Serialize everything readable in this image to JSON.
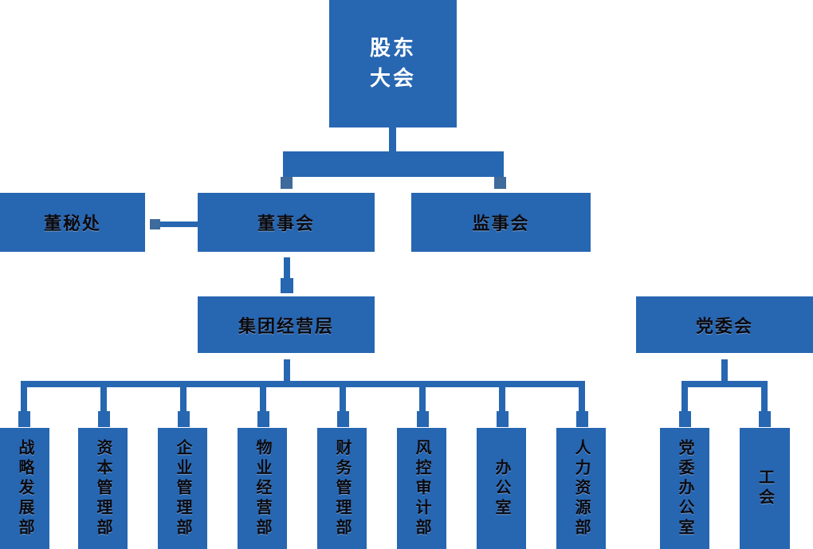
{
  "colors": {
    "primary_blue": "#2766b1",
    "connector_square_dark": "#3e6b9b",
    "node_text": "#0a0a10",
    "root_text": "#ffffff",
    "background": "#ffffff"
  },
  "org_chart": {
    "root": {
      "label_line1": "股东",
      "label_line2": "大会"
    },
    "level2": {
      "board_secretary_office": "董秘处",
      "board_of_directors": "董事会",
      "supervisory_board": "监事会"
    },
    "level3": {
      "group_management": "集团经营层",
      "party_committee": "党委会"
    },
    "departments": [
      "战略发展部",
      "资本管理部",
      "企业管理部",
      "物业经营部",
      "财务管理部",
      "风控审计部",
      "办公室",
      "人力资源部"
    ],
    "party_departments": [
      "党委办公室",
      "工会"
    ]
  }
}
